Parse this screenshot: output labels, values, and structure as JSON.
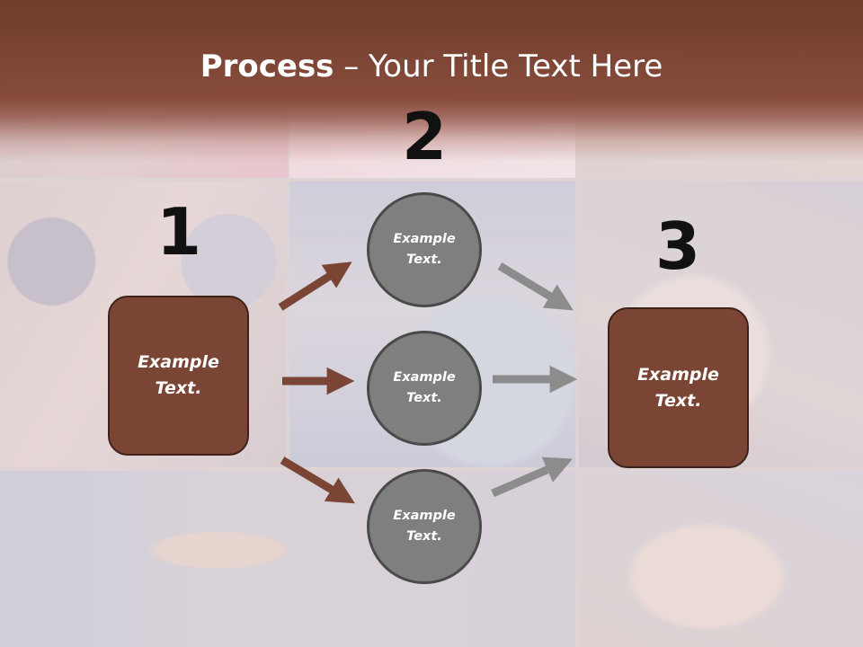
{
  "slide": {
    "title_bold": "Process",
    "title_rest": " – Your Title Text Here"
  },
  "steps": [
    {
      "number": "1",
      "label": "Example\nText."
    },
    {
      "number": "2",
      "label": "Example\nText."
    },
    {
      "number": "3",
      "label": "Example\nText."
    }
  ],
  "circles": [
    {
      "label": "Example\nText."
    },
    {
      "label": "Example\nText."
    },
    {
      "label": "Example\nText."
    }
  ],
  "colors": {
    "title_band": "#7a4332",
    "box_fill": "#7b4535",
    "box_border": "#3e2219",
    "circle_fill": "#7f7f7f",
    "circle_border": "#4a4a4a",
    "arrow_brown": "#7b4535",
    "arrow_gray": "#8c8c8c"
  }
}
